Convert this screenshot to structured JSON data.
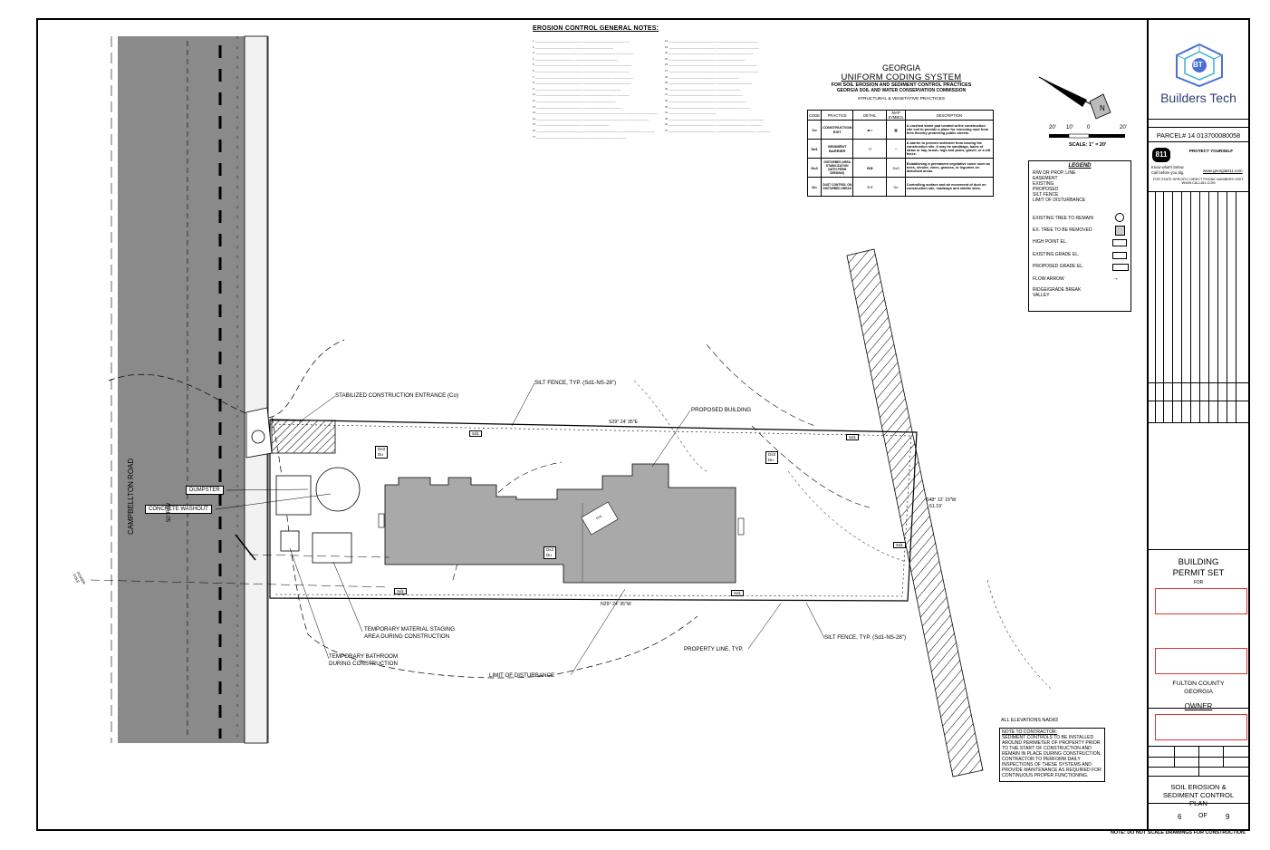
{
  "notes": {
    "title": "EROSION CONTROL GENERAL NOTES:",
    "left_items": [
      "1.",
      "2.",
      "3.",
      "4.",
      "5.",
      "6.",
      "7.",
      "8.",
      "9.",
      "10.",
      "11.",
      "12.",
      "13.",
      "14.",
      "15.",
      "16.",
      "17.",
      "18.",
      "19.",
      "20.",
      "21."
    ],
    "right_items": [
      "22.",
      "23.",
      "24.",
      "25.",
      "26.",
      "27.",
      "28.",
      "29.",
      "30.",
      "31.",
      "32.",
      "33.",
      "34.",
      "35.",
      "36.",
      "37.",
      "38.",
      "39.",
      "40.",
      "41."
    ]
  },
  "georgia": {
    "line1": "GEORGIA",
    "line2": "UNIFORM CODING SYSTEM",
    "line3": "FOR SOIL EROSION AND SEDIMENT CONTROL PRACTICES",
    "line4": "GEORGIA SOIL AND WATER CONSERVATION COMMISSION",
    "line5": "STRUCTURAL & VEGETATIVE PRACTICES",
    "headers": [
      "CODE",
      "PRACTICE",
      "DETAIL",
      "MAP SYMBOL",
      "DESCRIPTION"
    ],
    "rows": [
      {
        "code": "Co",
        "practice": "CONSTRUCTION EXIT",
        "desc": "A crushed stone pad located at the construction site exit to provide a place for removing mud from tires thereby protecting public streets."
      },
      {
        "code": "Sd1",
        "practice": "SEDIMENT BARRIER",
        "desc": "A barrier to prevent sediment from leaving the construction site. It may be sandbags, bales of straw or hay, brush, logs and poles, gravel, or a silt fence."
      },
      {
        "code": "Ds3",
        "practice": "DISTURBED AREA STABILIZATION (WITH PERM SEEDING)",
        "desc": "Establishing a permanent vegetative cover such as trees, shrubs, vines, grasses, or legumes on disturbed areas."
      },
      {
        "code": "Du",
        "practice": "DUST CONTROL ON DISTURBED AREAS",
        "desc": "Controlling surface and air movement of dust on construction site, roadways and similar sites."
      }
    ]
  },
  "scale": {
    "ticks": [
      "20'",
      "10'",
      "0",
      "20'"
    ],
    "label": "SCALE: 1\" = 20'"
  },
  "legend": {
    "title": "LEGEND",
    "lines": [
      "R/W OR PROP. LINE",
      "EASEMENT",
      "EXISTING",
      "PROPOSED",
      "SILT FENCE",
      "LIMIT OF DISTURBANCE"
    ],
    "symbols": [
      "EXISTING TREE TO REMAIN",
      "EX. TREE TO BE REMOVED",
      "HIGH POINT EL.",
      "EXISTING GRADE EL.",
      "PROPOSED GRADE EL.",
      "FLOW ARROW",
      "RIDGE/GRADE BREAK VALLEY"
    ]
  },
  "callouts": {
    "stabilized": "STABILIZED CONSTRUCTION ENTRANCE (Co)",
    "silt_top": "SILT FENCE, TYP. (Sd1-NS-28\")",
    "proposed_building": "PROPOSED BUILDING",
    "dumpster": "DUMPSTER",
    "washout": "CONCRETE WASHOUT",
    "staging": "TEMPORARY MATERIAL STAGING AREA DURING CONSTRUCTION",
    "bathroom": "TEMPORARY BATHROOM DURING CONSTRUCTION",
    "lod": "LIMIT OF DISTURBANCE",
    "property_line": "PROPERTY LINE, TYP.",
    "silt_bottom": "SILT FENCE, TYP. (Sd1-NS-28\")",
    "bearing_top": "S29° 24' 35\"E",
    "bearing_right": "S48° 12' 19\"W",
    "bearing_right_len": "51.19'",
    "bearing_bottom": "N29° 24' 35\"W",
    "road": "CAMPBELLTON ROAD",
    "road_width": "50' R/W",
    "power_pole": "POWER POLE",
    "elevations": "ALL ELEVATIONS NAD83",
    "contractor_title": "NOTE TO CONTRACTOR:",
    "contractor_body": "SEDIMENT CONTROLS TO BE INSTALLED AROUND PERIMETER OF PROPERTY PRIOR TO THE START OF CONSTRUCTION AND REMAIN IN PLACE DURING CONSTRUCTION. CONTRACTOR TO PERFORM DAILY INSPECTIONS OF THESE SYSTEMS AND PROVIDE MAINTENANCE AS REQUIRED FOR CONTINUOUS PROPER FUNCTIONING.",
    "codes": [
      "Sd1",
      "Sd1",
      "Sd1",
      "Sd1",
      "Sd1"
    ],
    "ds3du": [
      "Ds3",
      "Du"
    ]
  },
  "title_block": {
    "company": "Builders Tech",
    "logo_letters": "BT",
    "parcel": "PARCEL# 14 013700080058",
    "call811_head": "PROTECT YOURSELF",
    "call811_know": "Know what's below.",
    "call811_call": "Call before you dig.",
    "call811_url": "www.georgia811.com",
    "call811_direct": "FOR STATE SPECIFIC DIRECT PHONE NUMBERS VISIT: WWW.CALL811.COM",
    "permit": "BUILDING PERMIT SET",
    "for": "FOR",
    "county": "FULTON COUNTY",
    "state": "GEORGIA",
    "owner": "OWNER",
    "sheet_title": "SOIL EROSION & SEDIMENT CONTROL PLAN",
    "sheet_number": "6",
    "of": "OF",
    "total": "9"
  },
  "bottom_note": "NOTE: DO NOT SCALE DRAWINGS FOR CONSTRUCTION."
}
